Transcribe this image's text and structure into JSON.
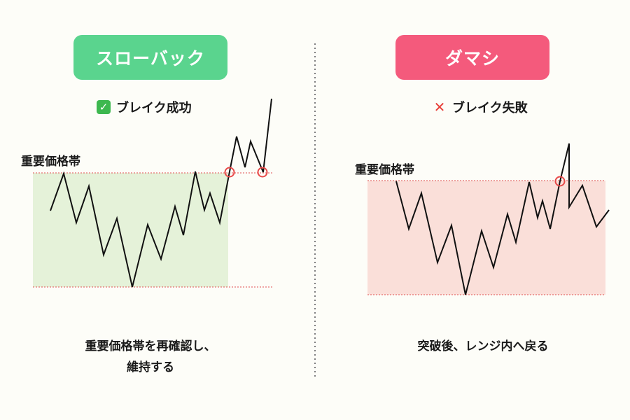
{
  "colors": {
    "pullback_accent": "#5ad48e",
    "fakeout_accent": "#f45a7c",
    "pullback_zone": "#e5f2d9",
    "fakeout_zone": "#fadfd9",
    "level_line": "#e05050",
    "marker": "#e84a4a",
    "price_line": "#111111",
    "divider": "#555555"
  },
  "left": {
    "title": "スローバック",
    "status_icon": "check-mark-icon",
    "status_icon_glyph": "✓",
    "status_text": "ブレイク成功",
    "zone_label": "重要価格帯",
    "caption_line1": "重要価格帯を再確認し、",
    "caption_line2": "維持する"
  },
  "right": {
    "title": "ダマシ",
    "status_icon": "cross-mark-icon",
    "status_icon_glyph": "✕",
    "status_text": "ブレイク失敗",
    "zone_label": "重要価格帯",
    "caption": "突破後、レンジ内へ戻る"
  }
}
